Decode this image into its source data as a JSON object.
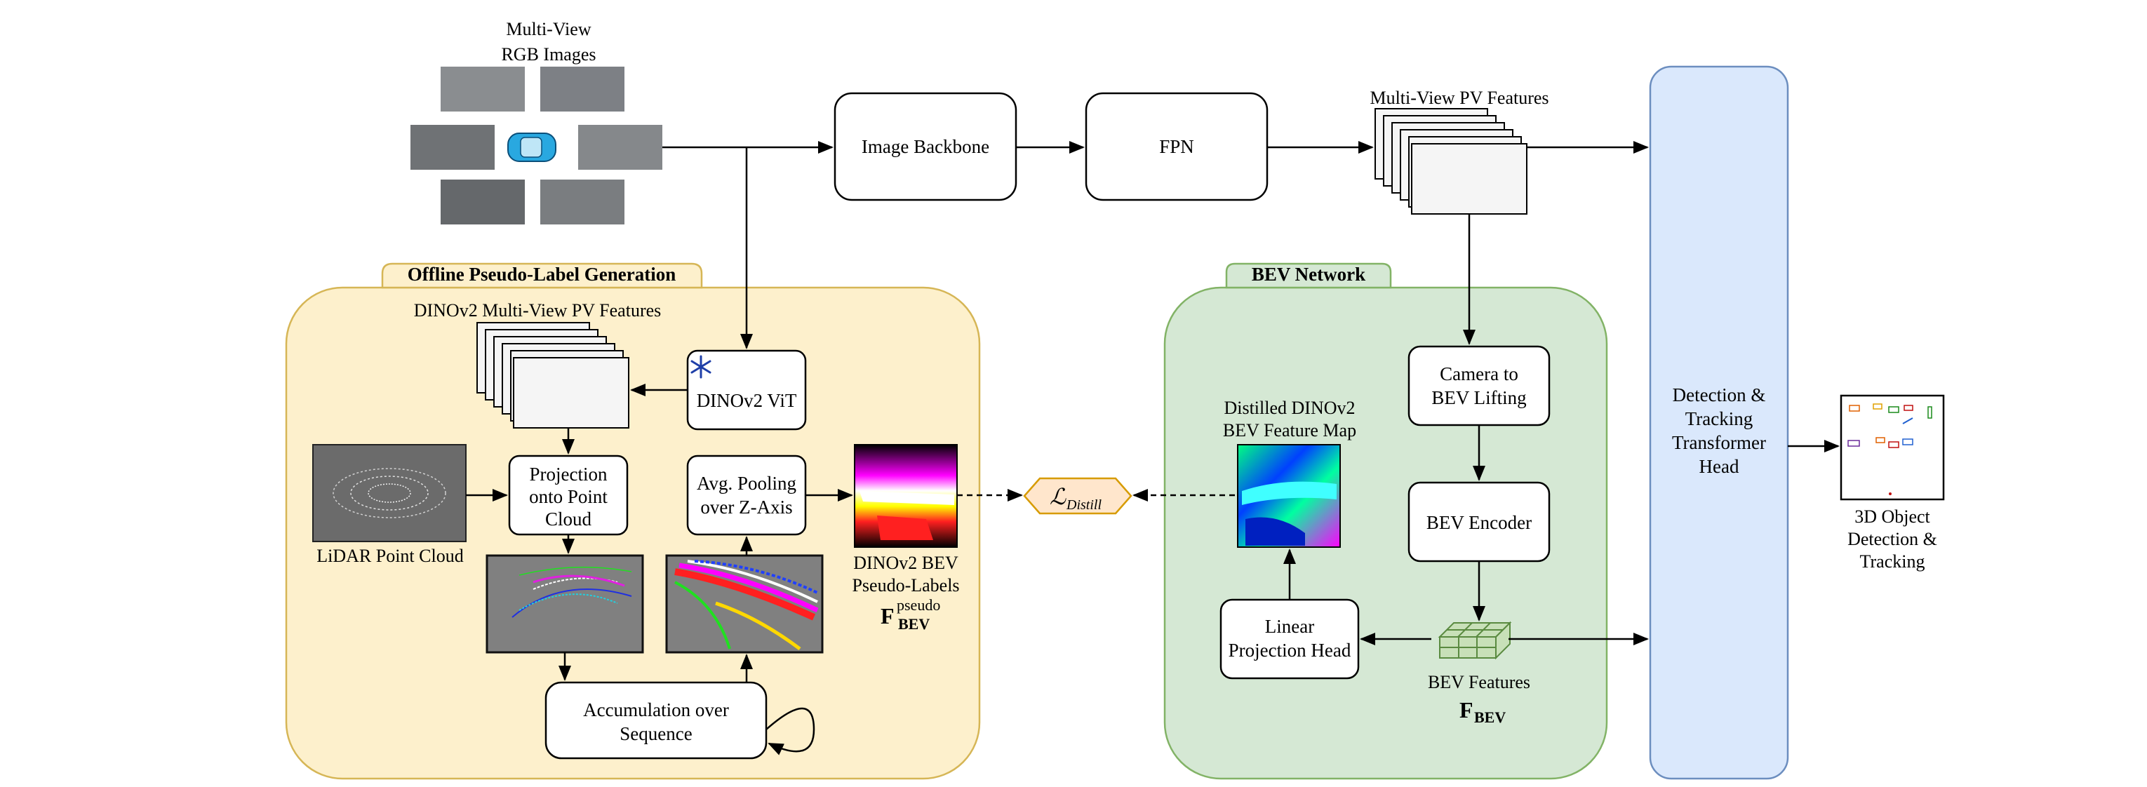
{
  "colors": {
    "offline_fill": "#fdf0cc",
    "offline_stroke": "#d6b656",
    "bev_fill": "#d5e8d4",
    "bev_stroke": "#82b366",
    "head_fill": "#dae8fc",
    "head_stroke": "#6c8ebf",
    "loss_fill": "#ffe6cc",
    "loss_stroke": "#d79b00",
    "feature_fill": "#f5f5f5"
  },
  "inputs": {
    "multi_view_label_line1": "Multi-View",
    "multi_view_label_line2": "RGB Images"
  },
  "top_pipeline": {
    "image_backbone": "Image Backbone",
    "fpn": "FPN",
    "pv_features": "Multi-View PV Features"
  },
  "offline": {
    "title": "Offline Pseudo-Label Generation",
    "dino_pv_features": "DINOv2 Multi-View PV Features",
    "dino_vit": "DINOv2 ViT",
    "projection_line1": "Projection",
    "projection_line2": "onto Point",
    "projection_line3": "Cloud",
    "lidar": "LiDAR Point Cloud",
    "pooling_line1": "Avg. Pooling",
    "pooling_line2": "over Z-Axis",
    "accum_line1": "Accumulation over",
    "accum_line2": "Sequence",
    "pseudo_line1": "DINOv2 BEV",
    "pseudo_line2": "Pseudo-Labels",
    "pseudo_symbol": "F",
    "pseudo_sup": "pseudo",
    "pseudo_sub": "BEV"
  },
  "loss": {
    "symbol": "ℒ",
    "subscript": "Distill"
  },
  "bev": {
    "title": "BEV Network",
    "camera_line1": "Camera to",
    "camera_line2": "BEV Lifting",
    "encoder": "BEV Encoder",
    "distilled_line1": "Distilled DINOv2",
    "distilled_line2": "BEV Feature Map",
    "linear_line1": "Linear",
    "linear_line2": "Projection Head",
    "features_label": "BEV Features",
    "features_symbol": "F",
    "features_sub": "BEV"
  },
  "head": {
    "line1": "Detection &",
    "line2": "Tracking",
    "line3": "Transformer",
    "line4": "Head"
  },
  "output": {
    "line1": "3D Object",
    "line2": "Detection &",
    "line3": "Tracking"
  }
}
